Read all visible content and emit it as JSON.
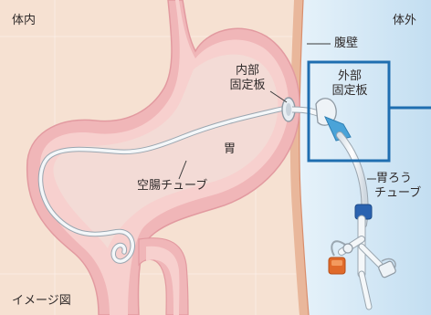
{
  "labels": {
    "inside_body": "体内",
    "outside_body": "体外",
    "abdominal_wall": "腹壁",
    "internal_plate_l1": "内部",
    "internal_plate_l2": "固定板",
    "external_plate_l1": "外部",
    "external_plate_l2": "固定板",
    "stomach": "胃",
    "jejunal_tube": "空腸チューブ",
    "gastrostomy_tube_l1": "胃ろう",
    "gastrostomy_tube_l2": "チューブ",
    "image_note": "イメージ図"
  },
  "colors": {
    "body_skin": "#f6e1d2",
    "outside_blue": "#cfe6f4",
    "stomach_outer": "#f0b6b8",
    "stomach_lining": "#f7d0ce",
    "stomach_inner": "#f3dbd6",
    "highlight_box": "#1f6eb0",
    "tube": "#e9eef2",
    "connector_orange": "#e06a2a",
    "connector_blue": "#2b63b0"
  }
}
